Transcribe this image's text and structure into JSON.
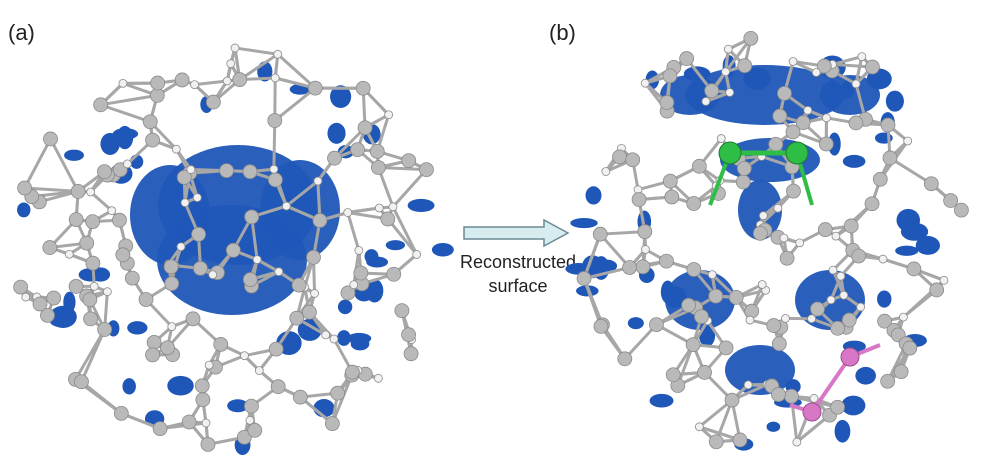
{
  "figure": {
    "panel_a_label": "(a)",
    "panel_b_label": "(b)",
    "arrow_caption_line1": "Reconstructed",
    "arrow_caption_line2": "surface"
  },
  "colors": {
    "density": "#1f57b8",
    "carbon": "#b9b9b9",
    "hydrogen": "#f1f1f1",
    "bond": "#a7a7a7",
    "dimer": "#2ebd45",
    "pink": "#d877c6",
    "arrow_fill": "#d7ecee",
    "arrow_stroke": "#6c8a96"
  }
}
